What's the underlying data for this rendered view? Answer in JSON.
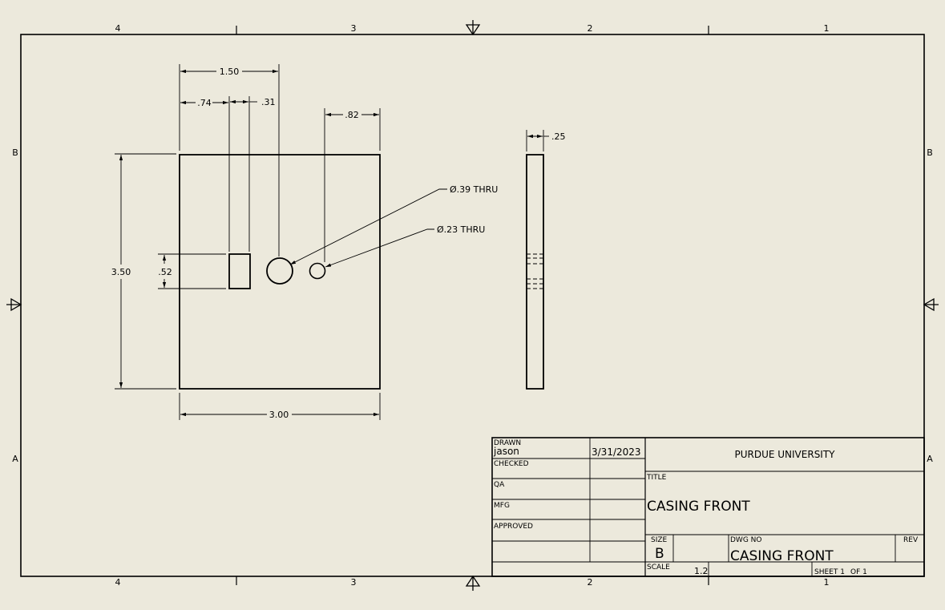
{
  "zones": {
    "columns": [
      "4",
      "3",
      "2",
      "1"
    ],
    "rows": [
      "B",
      "A"
    ]
  },
  "dimensions": {
    "hole_large_x": "1.50",
    "slot_left": ".74",
    "slot_width": ".31",
    "hole_small_offset": ".82",
    "thickness": ".25",
    "height": "3.50",
    "slot_height": ".52",
    "width": "3.00"
  },
  "callouts": {
    "large_hole": "Ø.39 THRU",
    "small_hole": "Ø.23 THRU"
  },
  "title_block": {
    "drawn_label": "DRAWN",
    "drawn_by": "jason",
    "drawn_date": "3/31/2023",
    "checked_label": "CHECKED",
    "qa_label": "QA",
    "mfg_label": "MFG",
    "approved_label": "APPROVED",
    "company": "PURDUE UNIVERSITY",
    "title_label": "TITLE",
    "title": "CASING FRONT",
    "size_label": "SIZE",
    "size": "B",
    "dwg_no_label": "DWG NO",
    "dwg_no": "CASING FRONT",
    "rev_label": "REV",
    "scale_label": "SCALE",
    "scale": "1.2",
    "sheet_label": "SHEET 1",
    "sheet_of": "OF 1"
  }
}
